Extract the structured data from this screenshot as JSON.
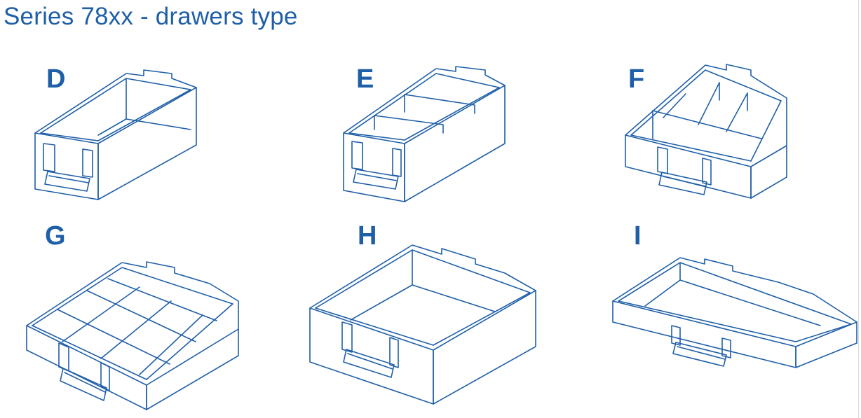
{
  "title": "Series 78xx - drawers type",
  "colors": {
    "accent": "#1f5fa8",
    "background": "#ffffff"
  },
  "variants": [
    {
      "label": "D",
      "compartments": 1
    },
    {
      "label": "E",
      "compartments": 3
    },
    {
      "label": "F",
      "compartments": 4
    },
    {
      "label": "G",
      "compartments": 9
    },
    {
      "label": "H",
      "compartments": 1
    },
    {
      "label": "I",
      "compartments": 1
    }
  ]
}
